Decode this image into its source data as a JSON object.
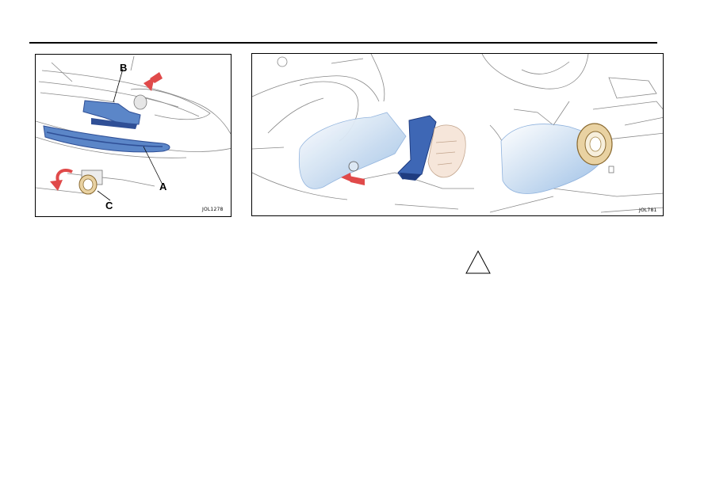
{
  "figures": [
    {
      "callouts": {
        "a": "A",
        "b": "B",
        "c": "C"
      },
      "code": "JOL1278"
    },
    {
      "code": "JOL781"
    }
  ],
  "colors": {
    "part_blue": "#5b86c8",
    "part_blue_dark": "#2f4f96",
    "cover_blue": "#cfe0f2",
    "arrow_red": "#e04a4a",
    "bulb_cream": "#e9d2a2"
  },
  "icons": [
    "warning-triangle-icon",
    "red-arrow-icon",
    "rotate-arrow-icon"
  ]
}
